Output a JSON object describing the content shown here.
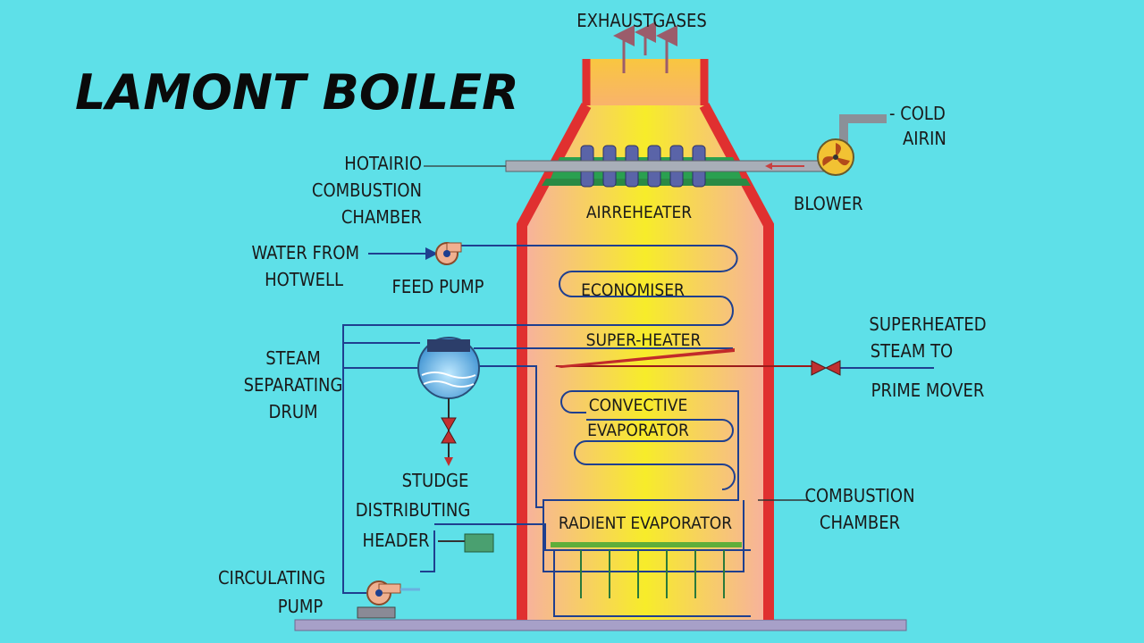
{
  "title": "LAMONT BOILER",
  "labels": {
    "exhaust": "EXHAUSTGASES",
    "cold_air_1": "- COLD",
    "cold_air_2": "AIRIN",
    "blower": "BLOWER",
    "hot_air_1": "HOTAIRIO",
    "hot_air_2": "COMBUSTION",
    "hot_air_3": "CHAMBER",
    "air_preheater": "AIRREHEATER",
    "water_1": "WATER FROM",
    "water_2": "HOTWELL",
    "feed_pump": "FEED PUMP",
    "economiser": "ECONOMISER",
    "super_heater": "SUPER-HEATER",
    "superheated_1": "SUPERHEATED",
    "superheated_2": "STEAM TO",
    "prime_mover": "PRIME MOVER",
    "drum_1": "STEAM",
    "drum_2": "SEPARATING",
    "drum_3": "DRUM",
    "convective_1": "CONVECTIVE",
    "convective_2": "EVAPORATOR",
    "sludge": "STUDGE",
    "header_1": "DISTRIBUTING",
    "header_2": "HEADER",
    "radient": "RADIENT EVAPORATOR",
    "combustion_1": "COMBUSTION",
    "combustion_2": "CHAMBER",
    "circ_1": "CIRCULATING",
    "circ_2": "PUMP"
  },
  "colors": {
    "background": "#5ee0e8",
    "wall": "#e03030",
    "flame_core": "#f7ec2a",
    "flame_edge": "#f7a79a",
    "pipe": "#1f3f8f",
    "arrow": "#9b5c6b"
  }
}
